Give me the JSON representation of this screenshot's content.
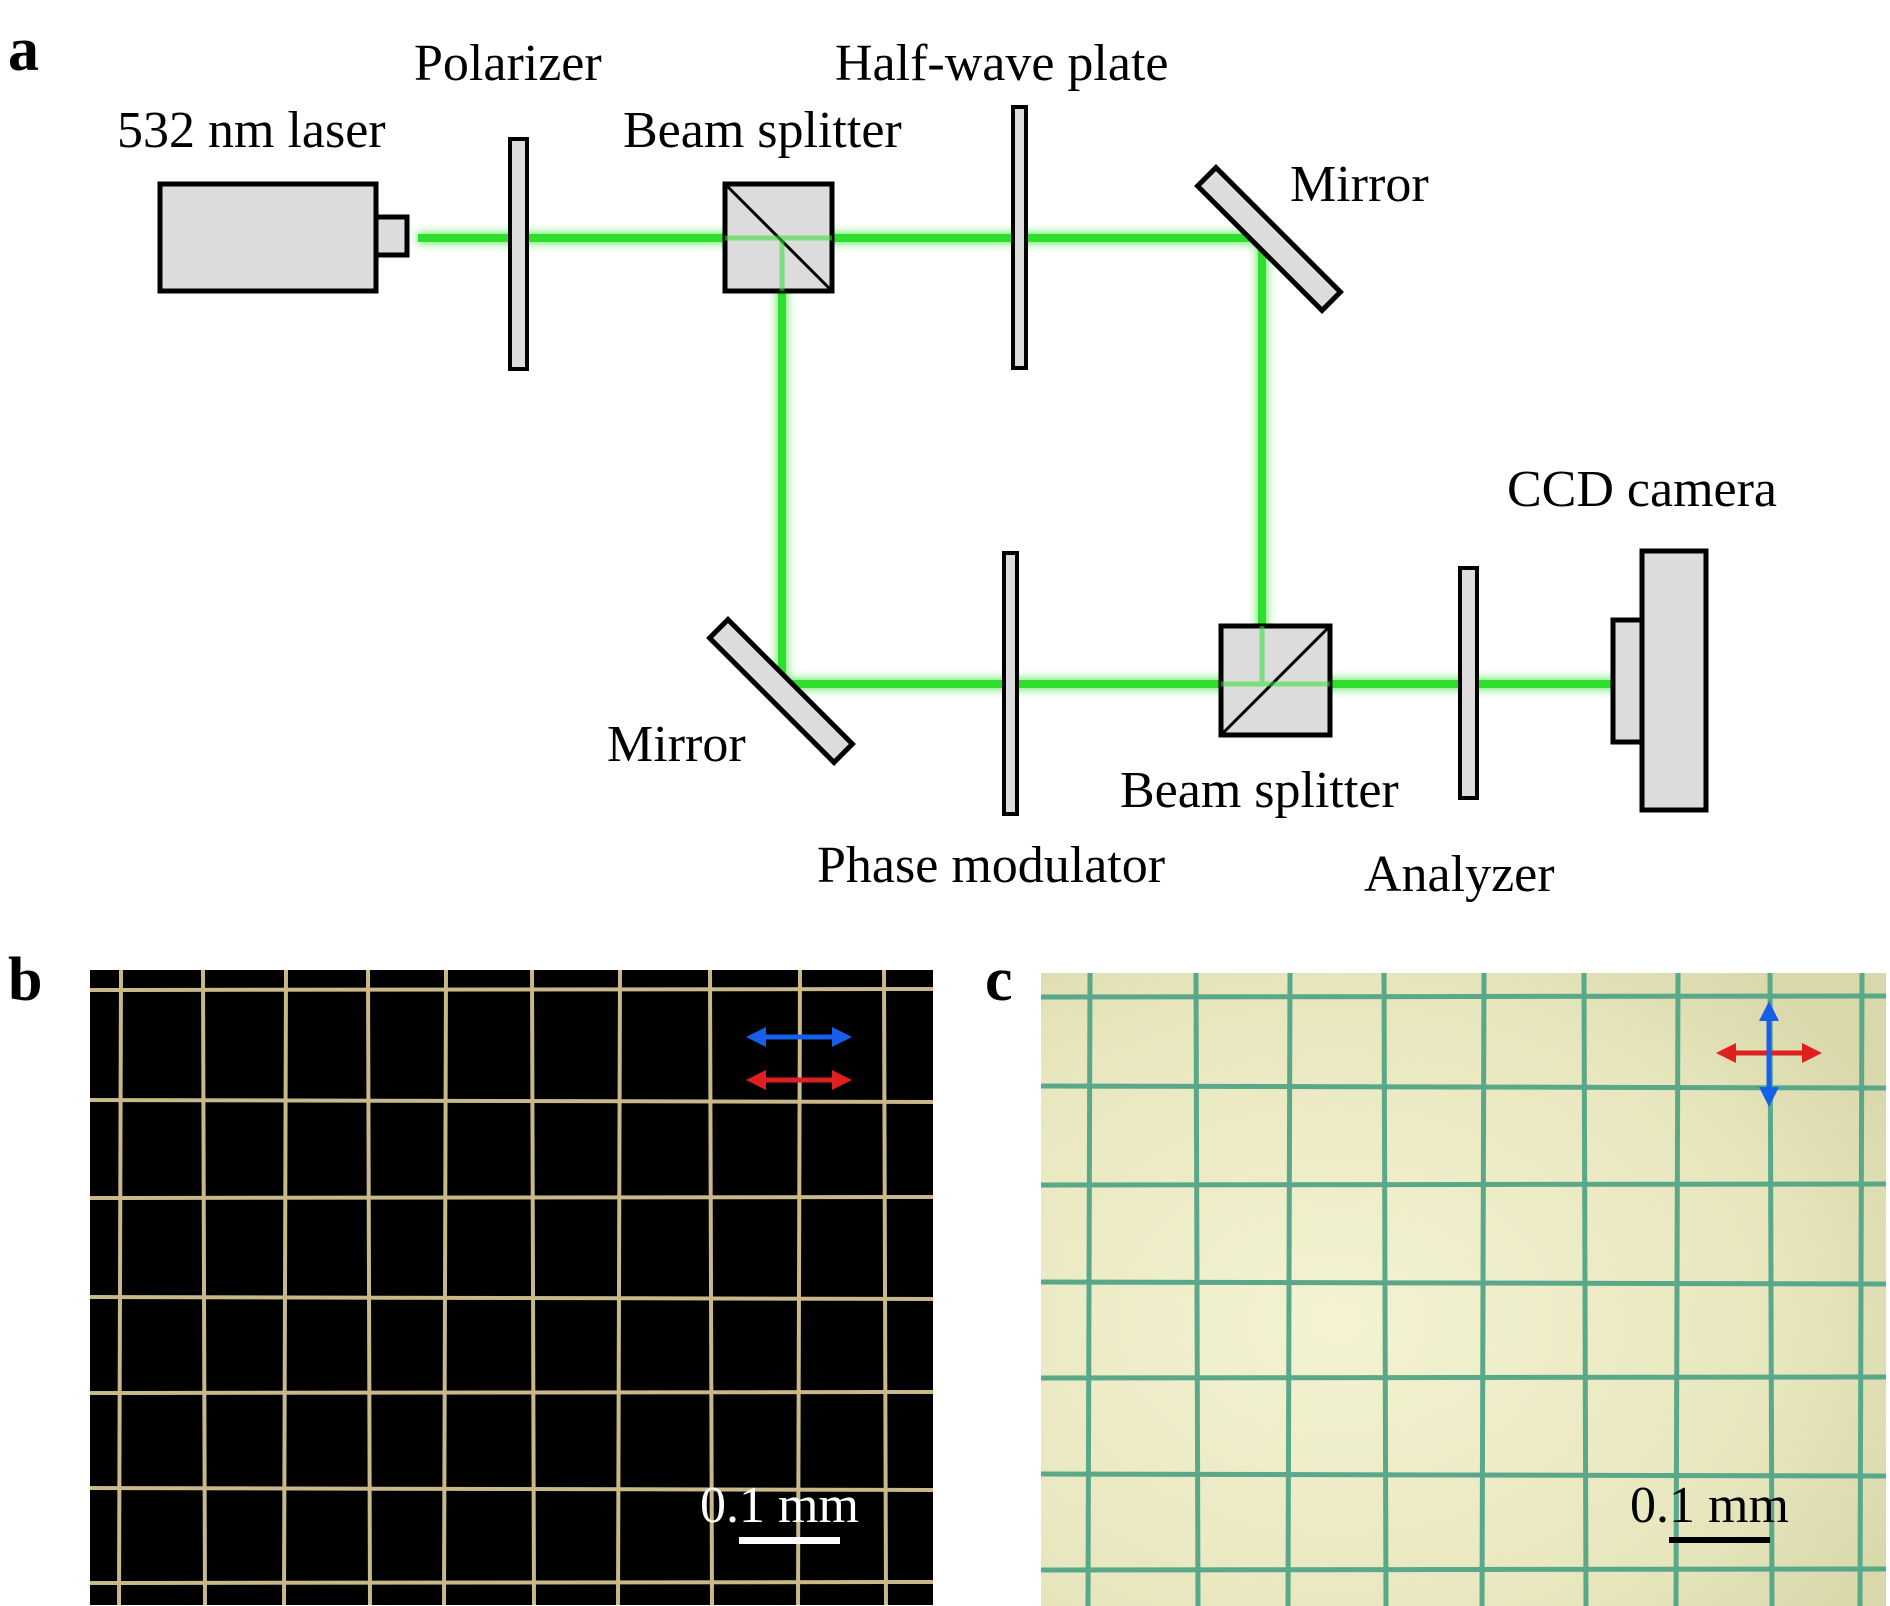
{
  "panels": {
    "a": {
      "letter": "a",
      "labels": {
        "laser": "532 nm laser",
        "polarizer": "Polarizer",
        "half_wave_plate": "Half-wave plate",
        "beam_splitter_top": "Beam splitter",
        "mirror_top": "Mirror",
        "ccd_camera": "CCD camera",
        "mirror_bottom": "Mirror",
        "beam_splitter_bottom": "Beam splitter",
        "phase_modulator": "Phase modulator",
        "analyzer": "Analyzer"
      },
      "colors": {
        "beam": "#22dd22",
        "component_fill": "#dcdcdc",
        "outline": "#000000"
      }
    },
    "b": {
      "letter": "b",
      "scale_bar_label": "0.1 mm",
      "polarization_arrows": [
        "horizontal",
        "horizontal"
      ],
      "arrow_colors": [
        "#1560e6",
        "#e02020"
      ],
      "colors": {
        "background": "#000000",
        "grid": "#c9b888",
        "scale": "#ffffff"
      }
    },
    "c": {
      "letter": "c",
      "scale_bar_label": "0.1 mm",
      "polarization_arrows": [
        "horizontal",
        "vertical"
      ],
      "arrow_colors": [
        "#e02020",
        "#1560e6"
      ],
      "colors": {
        "background": "#eeeec8",
        "grid": "#5aa88a",
        "scale": "#000000"
      }
    }
  }
}
